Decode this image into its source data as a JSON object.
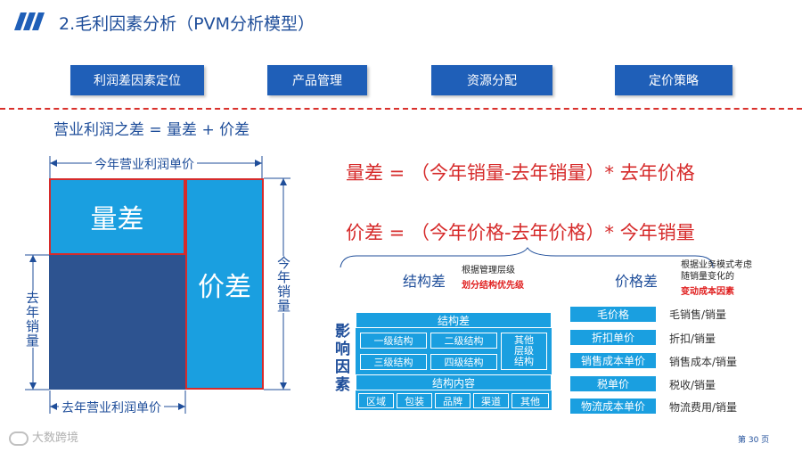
{
  "header": {
    "title": "2.毛利因素分析（PVM分析模型）"
  },
  "tabs": [
    "利润差因素定位",
    "产品管理",
    "资源分配",
    "定价策略"
  ],
  "left": {
    "formula": "营业利润之差 = 量差 + 价差",
    "top_dim": "今年营业利润单价",
    "bottom_dim": "去年营业利润单价",
    "left_dim": "去年销量",
    "right_dim": "今年销量",
    "volume_box": "量差",
    "price_box": "价差"
  },
  "formulas": {
    "volume": "量差 = （今年销量-去年销量）* 去年价格",
    "price": "价差 = （今年价格-去年价格）* 今年销量"
  },
  "structure": {
    "heading": "结构差",
    "note1": "根据管理层级",
    "note2": "划分结构优先级"
  },
  "price_diff": {
    "heading": "价格差",
    "note1": "根据业务模式考虑",
    "note2": "随销量变化的",
    "note3": "变动成本因素"
  },
  "factors": {
    "label": "影响因素",
    "header": "结构差",
    "cells": [
      "一级结构",
      "二级结构",
      "其他层级结构",
      "三级结构",
      "四级结构"
    ],
    "content_header": "结构内容",
    "content_cells": [
      "区域",
      "包装",
      "品牌",
      "渠道",
      "其他"
    ]
  },
  "metrics": [
    {
      "label": "毛价格",
      "formula": "毛销售/销量"
    },
    {
      "label": "折扣单价",
      "formula": "折扣/销量"
    },
    {
      "label": "销售成本单价",
      "formula": "销售成本/销量"
    },
    {
      "label": "税单价",
      "formula": "税收/销量"
    },
    {
      "label": "物流成本单价",
      "formula": "物流费用/销量"
    }
  ],
  "footer": {
    "watermark": "大数跨境",
    "page": "第 30 页"
  },
  "colors": {
    "accent": "#1a9fe0",
    "dark_blue": "#2d5390",
    "brand": "#1f5fb8",
    "red": "#d62b2b"
  }
}
